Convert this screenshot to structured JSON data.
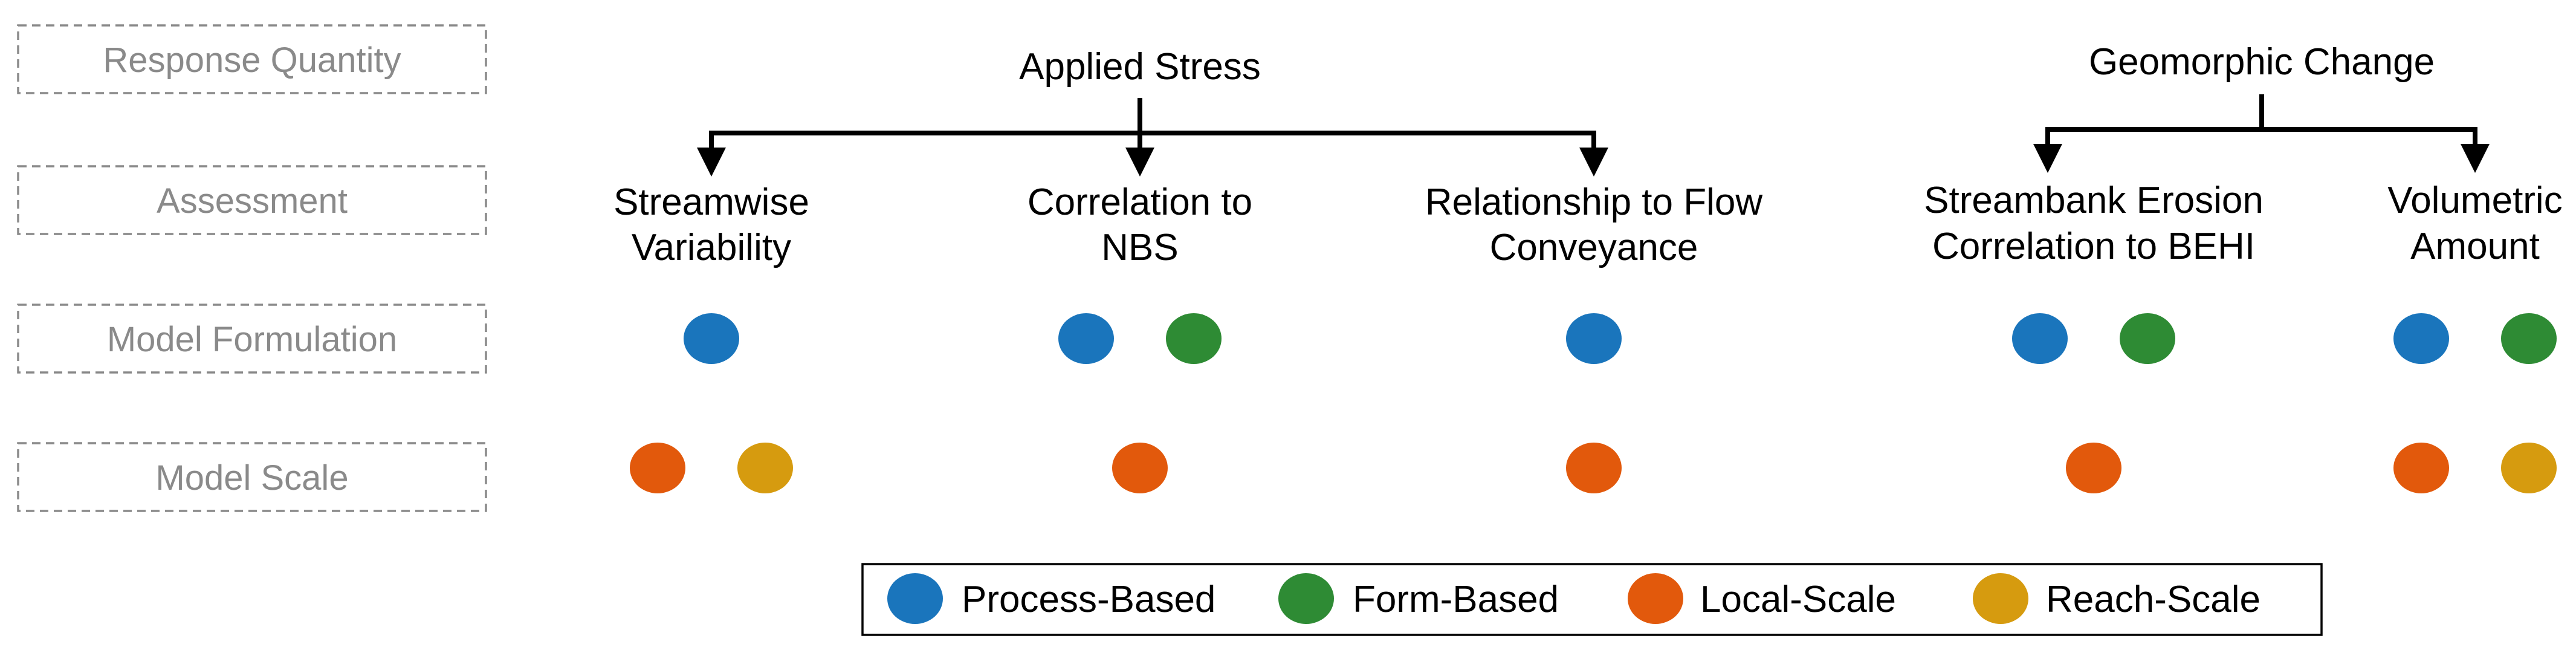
{
  "row_labels": {
    "response_quantity": "Response Quantity",
    "assessment": "Assessment",
    "model_formulation": "Model Formulation",
    "model_scale": "Model Scale"
  },
  "groups": [
    {
      "label": "Applied Stress"
    },
    {
      "label": "Geomorphic Change"
    }
  ],
  "assessments": [
    {
      "line1": "Streamwise",
      "line2": "Variability",
      "formulation": [
        "process"
      ],
      "scale": [
        "local",
        "reach"
      ]
    },
    {
      "line1": "Correlation to",
      "line2": "NBS",
      "formulation": [
        "process",
        "form"
      ],
      "scale": [
        "local"
      ]
    },
    {
      "line1": "Relationship to Flow",
      "line2": "Conveyance",
      "formulation": [
        "process"
      ],
      "scale": [
        "local"
      ]
    },
    {
      "line1": "Streambank Erosion",
      "line2": "Correlation to BEHI",
      "formulation": [
        "process",
        "form"
      ],
      "scale": [
        "local"
      ]
    },
    {
      "line1": "Volumetric",
      "line2": "Amount",
      "formulation": [
        "process",
        "form"
      ],
      "scale": [
        "local",
        "reach"
      ]
    }
  ],
  "legend": {
    "process": "Process-Based",
    "form": "Form-Based",
    "local": "Local-Scale",
    "reach": "Reach-Scale"
  },
  "colors": {
    "process": "#1a75bc",
    "form": "#2e8b34",
    "local": "#e2590c",
    "reach": "#d69b0f",
    "row_label": "#8a8a8a"
  }
}
